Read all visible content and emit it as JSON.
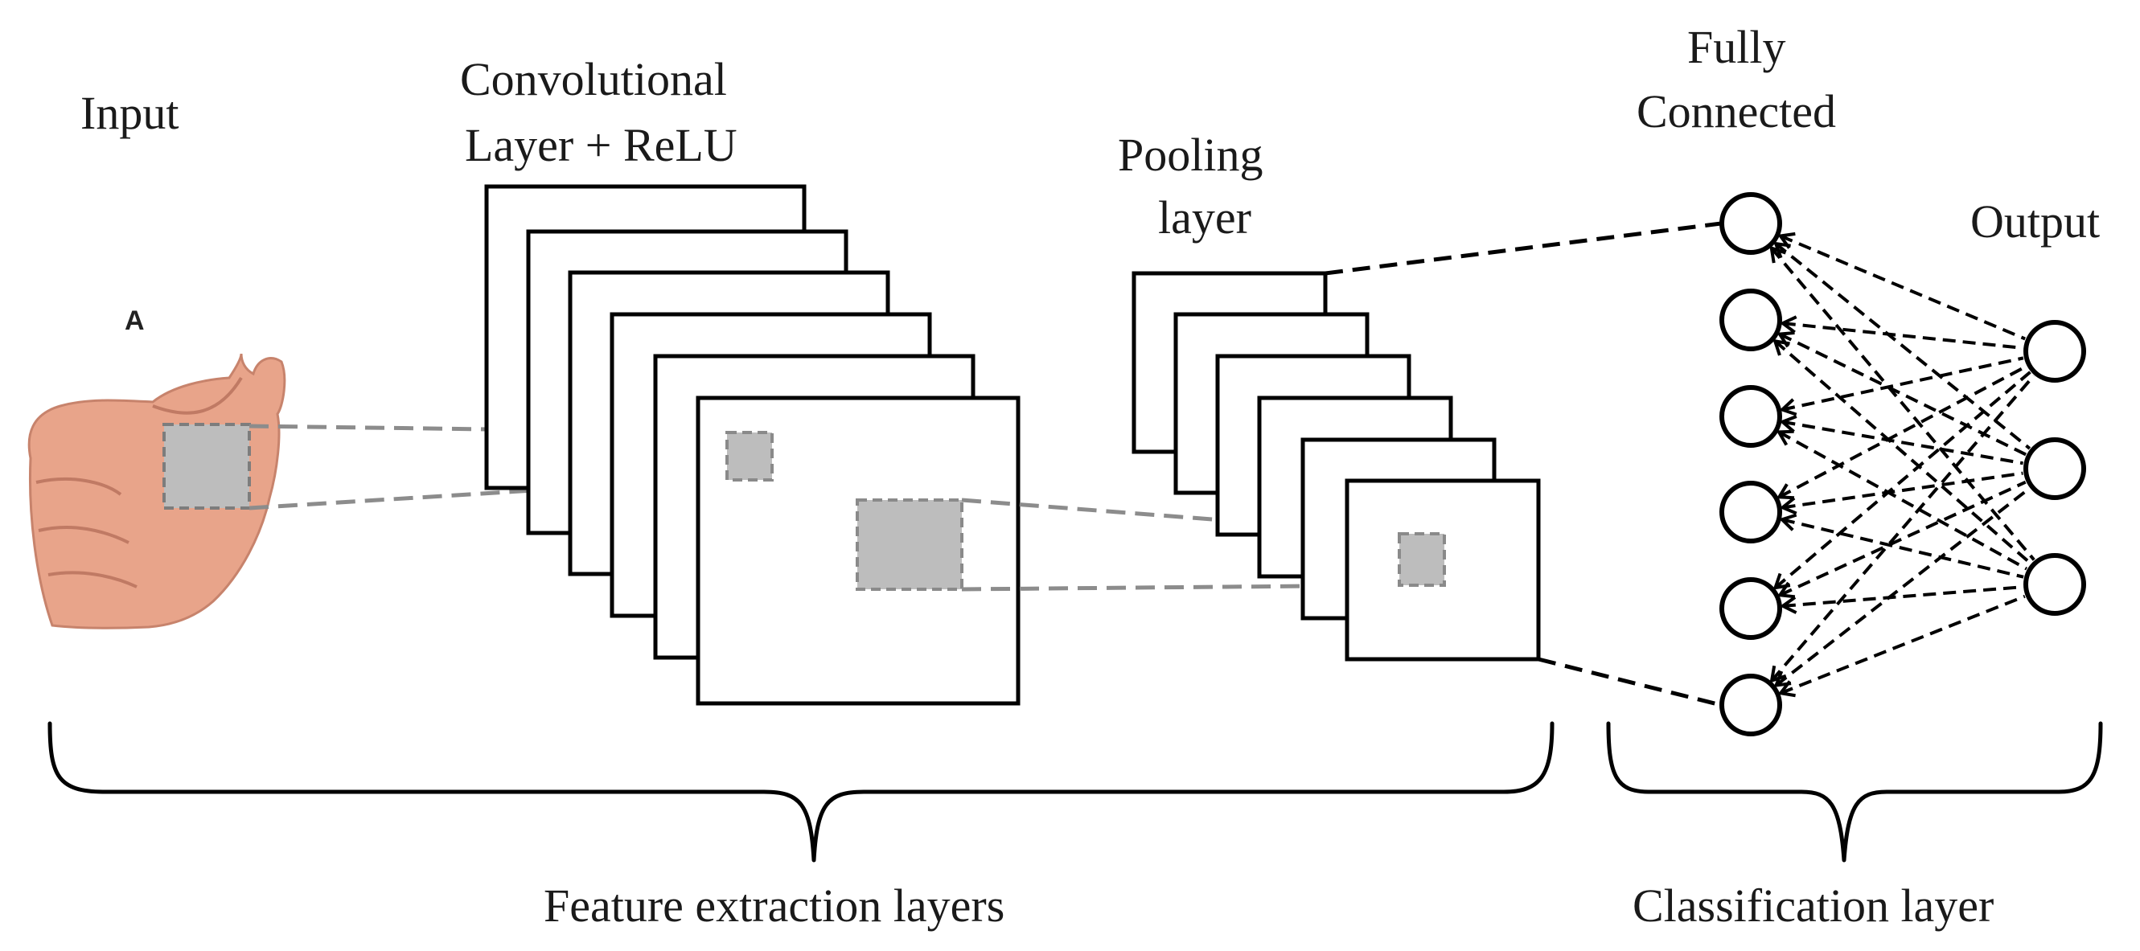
{
  "labels": {
    "input": "Input",
    "conv_line1": "Convolutional",
    "conv_line2": "Layer + ReLU",
    "pool_line1": "Pooling",
    "pool_line2": "layer",
    "fc_line1": "Fully",
    "fc_line2": "Connected",
    "output": "Output",
    "feature_extraction": "Feature extraction  layers",
    "classification": "Classification layer",
    "hand_letter": "A"
  },
  "structure": {
    "conv_feature_maps": 6,
    "pool_feature_maps": 6,
    "fully_connected_nodes": 6,
    "output_nodes": 3
  },
  "colors": {
    "line": "#000000",
    "patch_fill": "#bdbdbd",
    "patch_stroke": "#8a8a8a",
    "skin": "#e8a48a"
  }
}
